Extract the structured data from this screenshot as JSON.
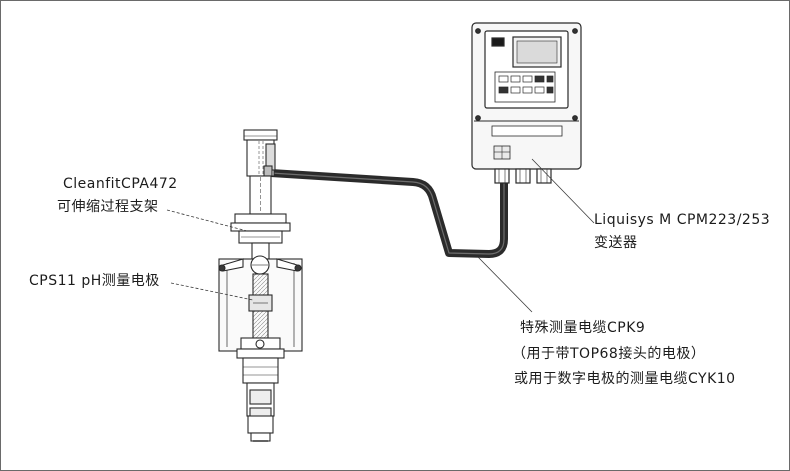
{
  "labels": {
    "holder_line1": "CleanfitCPA472",
    "holder_line2": "可伸缩过程支架",
    "sensor": "CPS11 pH测量电极",
    "transmitter_line1": "Liquisys M CPM223/253",
    "transmitter_line2": "变送器",
    "cable_line1": "特殊测量电缆CPK9",
    "cable_line2": "（用于带TOP68接头的电极）",
    "cable_line3": "或用于数字电极的测量电缆CYK10"
  },
  "colors": {
    "line": "#2a2a2a",
    "cable": "#2b2b2b",
    "panel": "#f7f7f7"
  }
}
